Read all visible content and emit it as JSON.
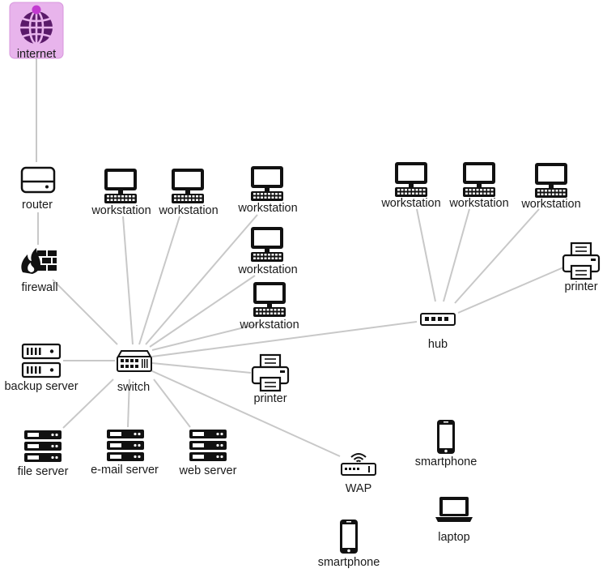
{
  "nodes": {
    "internet": "internet",
    "router": "router",
    "firewall": "firewall",
    "switch": "switch",
    "backup_server": "backup server",
    "file_server": "file server",
    "email_server": "e-mail server",
    "web_server": "web server",
    "printer_left": "printer",
    "wap": "WAP",
    "hub": "hub",
    "printer_right": "printer",
    "smartphone_wap": "smartphone",
    "smartphone_right": "smartphone",
    "laptop": "laptop",
    "ws_1": "workstation",
    "ws_2": "workstation",
    "ws_3": "workstation",
    "ws_4": "workstation",
    "ws_5": "workstation",
    "ws_hub_1": "workstation",
    "ws_hub_2": "workstation",
    "ws_hub_3": "workstation"
  },
  "colors": {
    "internet_tile": "#e8b4ec",
    "internet_dot": "#c23ad0",
    "globe": "#5a1a6a",
    "edge": "#c8c8c8",
    "icon": "#111111"
  }
}
